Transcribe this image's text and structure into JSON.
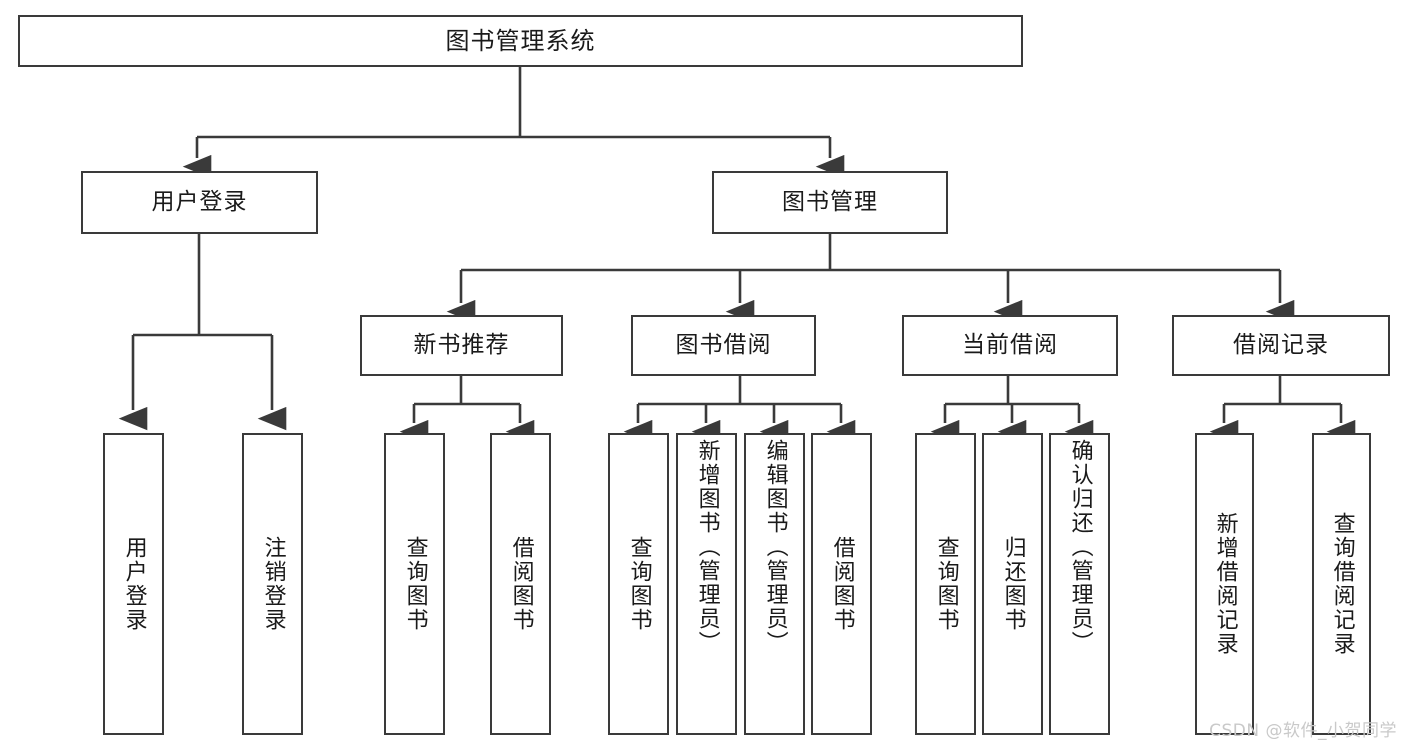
{
  "diagram": {
    "title": "图书管理系统",
    "type": "tree-hierarchy",
    "root": {
      "label": "图书管理系统"
    },
    "level2": [
      {
        "label": "用户登录"
      },
      {
        "label": "图书管理"
      }
    ],
    "level3": [
      {
        "label": "新书推荐"
      },
      {
        "label": "图书借阅"
      },
      {
        "label": "当前借阅"
      },
      {
        "label": "借阅记录"
      }
    ],
    "leaves": {
      "user_login": [
        {
          "label": "用户登录"
        },
        {
          "label": "注销登录"
        }
      ],
      "new_book_recommend": [
        {
          "label": "查询图书"
        },
        {
          "label": "借阅图书"
        }
      ],
      "book_borrow": [
        {
          "label": "查询图书"
        },
        {
          "label": "新增图书（管理员）"
        },
        {
          "label": "编辑图书（管理员）"
        },
        {
          "label": "借阅图书"
        }
      ],
      "current_borrow": [
        {
          "label": "查询图书"
        },
        {
          "label": "归还图书"
        },
        {
          "label": "确认归还（管理员）"
        }
      ],
      "borrow_record": [
        {
          "label": "新增借阅记录"
        },
        {
          "label": "查询借阅记录"
        }
      ]
    },
    "colors": {
      "stroke": "#3a3a3a",
      "fill": "#ffffff",
      "text": "#1a1a1a",
      "watermark": "#c9c9c9"
    }
  },
  "watermark": {
    "text": "CSDN @软件_小贺同学"
  }
}
